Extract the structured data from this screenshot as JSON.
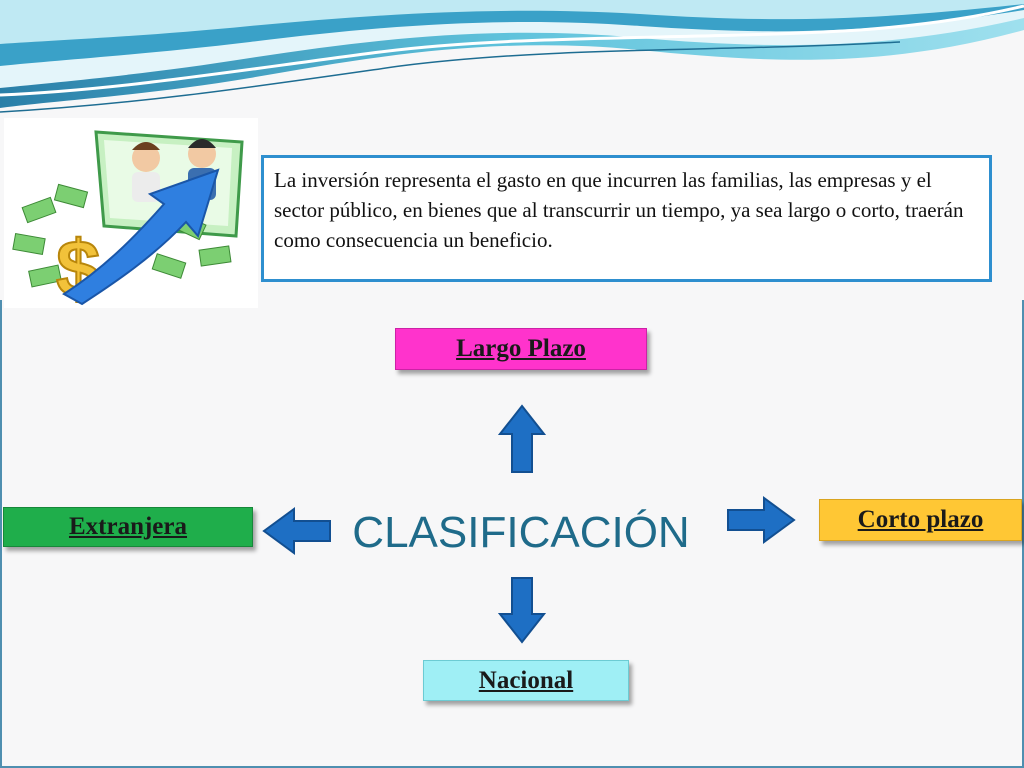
{
  "definition": {
    "text": "La inversión representa el gasto en que incurren las familias, las empresas y el sector público, en bienes que al transcurrir un tiempo, ya sea largo o corto, traerán como consecuencia un beneficio."
  },
  "diagram": {
    "center": "CLASIFICACIÓN",
    "top": "Largo Plazo",
    "right": "Corto plazo",
    "left": "Extranjera",
    "bottom": "Nacional"
  },
  "colors": {
    "largo_plazo": "#ff33cc",
    "corto_plazo": "#ffc734",
    "extranjera": "#1fae4b",
    "nacional": "#9feff5",
    "arrow": "#1e6fc4",
    "title": "#1f6b8a",
    "frame": "#2e8fcf"
  },
  "icons": {
    "clipart": "money-growth-arrow-icon",
    "arrow": "block-arrow-icon"
  }
}
